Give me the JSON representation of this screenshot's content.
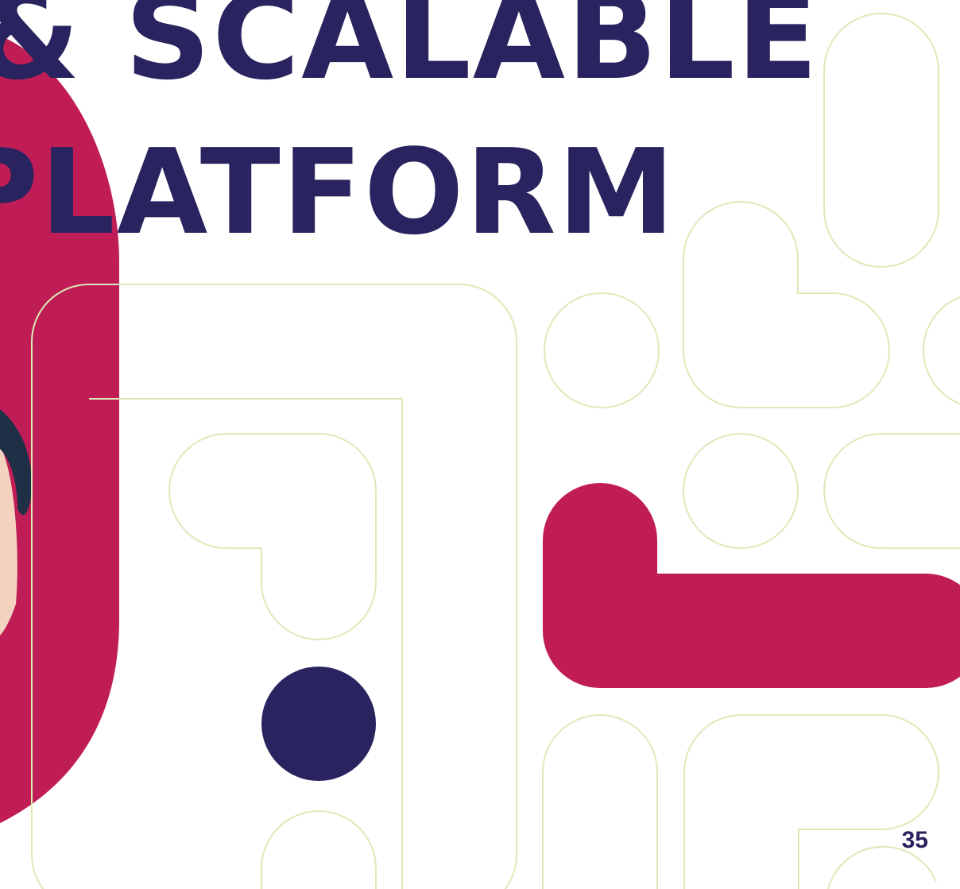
{
  "headline": {
    "line1": "& SCALABLE",
    "line2": "PLATFORM"
  },
  "page_number": "35",
  "colors": {
    "navy": "#29245f",
    "crimson": "#c01d57",
    "outline_green": "#dbebb8",
    "background": "#ffffff",
    "skin": "#f3d2c0",
    "hair": "#1f2f45"
  },
  "icons": {
    "portrait": "photo-of-person-cropped",
    "decor": "rounded-outline-shapes"
  }
}
